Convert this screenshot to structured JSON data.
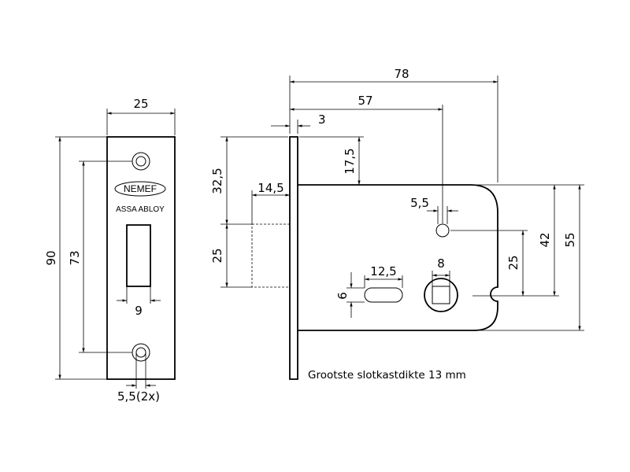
{
  "faceplate": {
    "width": "25",
    "height": "90",
    "hole_spacing": "73",
    "slot_width": "9",
    "hole_diameter": "5,5(2x)",
    "brand": "NEMEF",
    "sub_brand": "ASSA ABLOY"
  },
  "lockcase": {
    "backset_total": "78",
    "backset_follower": "57",
    "plate_thickness": "3",
    "latch_offset": "17,5",
    "upper_height": "32,5",
    "latch_projection": "14,5",
    "latch_height": "25",
    "pin_hole": "5,5",
    "keyhole_width": "12,5",
    "keyhole_height": "6",
    "spindle": "8",
    "dist_25": "25",
    "dist_42": "42",
    "dist_55": "55",
    "note": "Grootste slotkastdikte 13 mm"
  }
}
